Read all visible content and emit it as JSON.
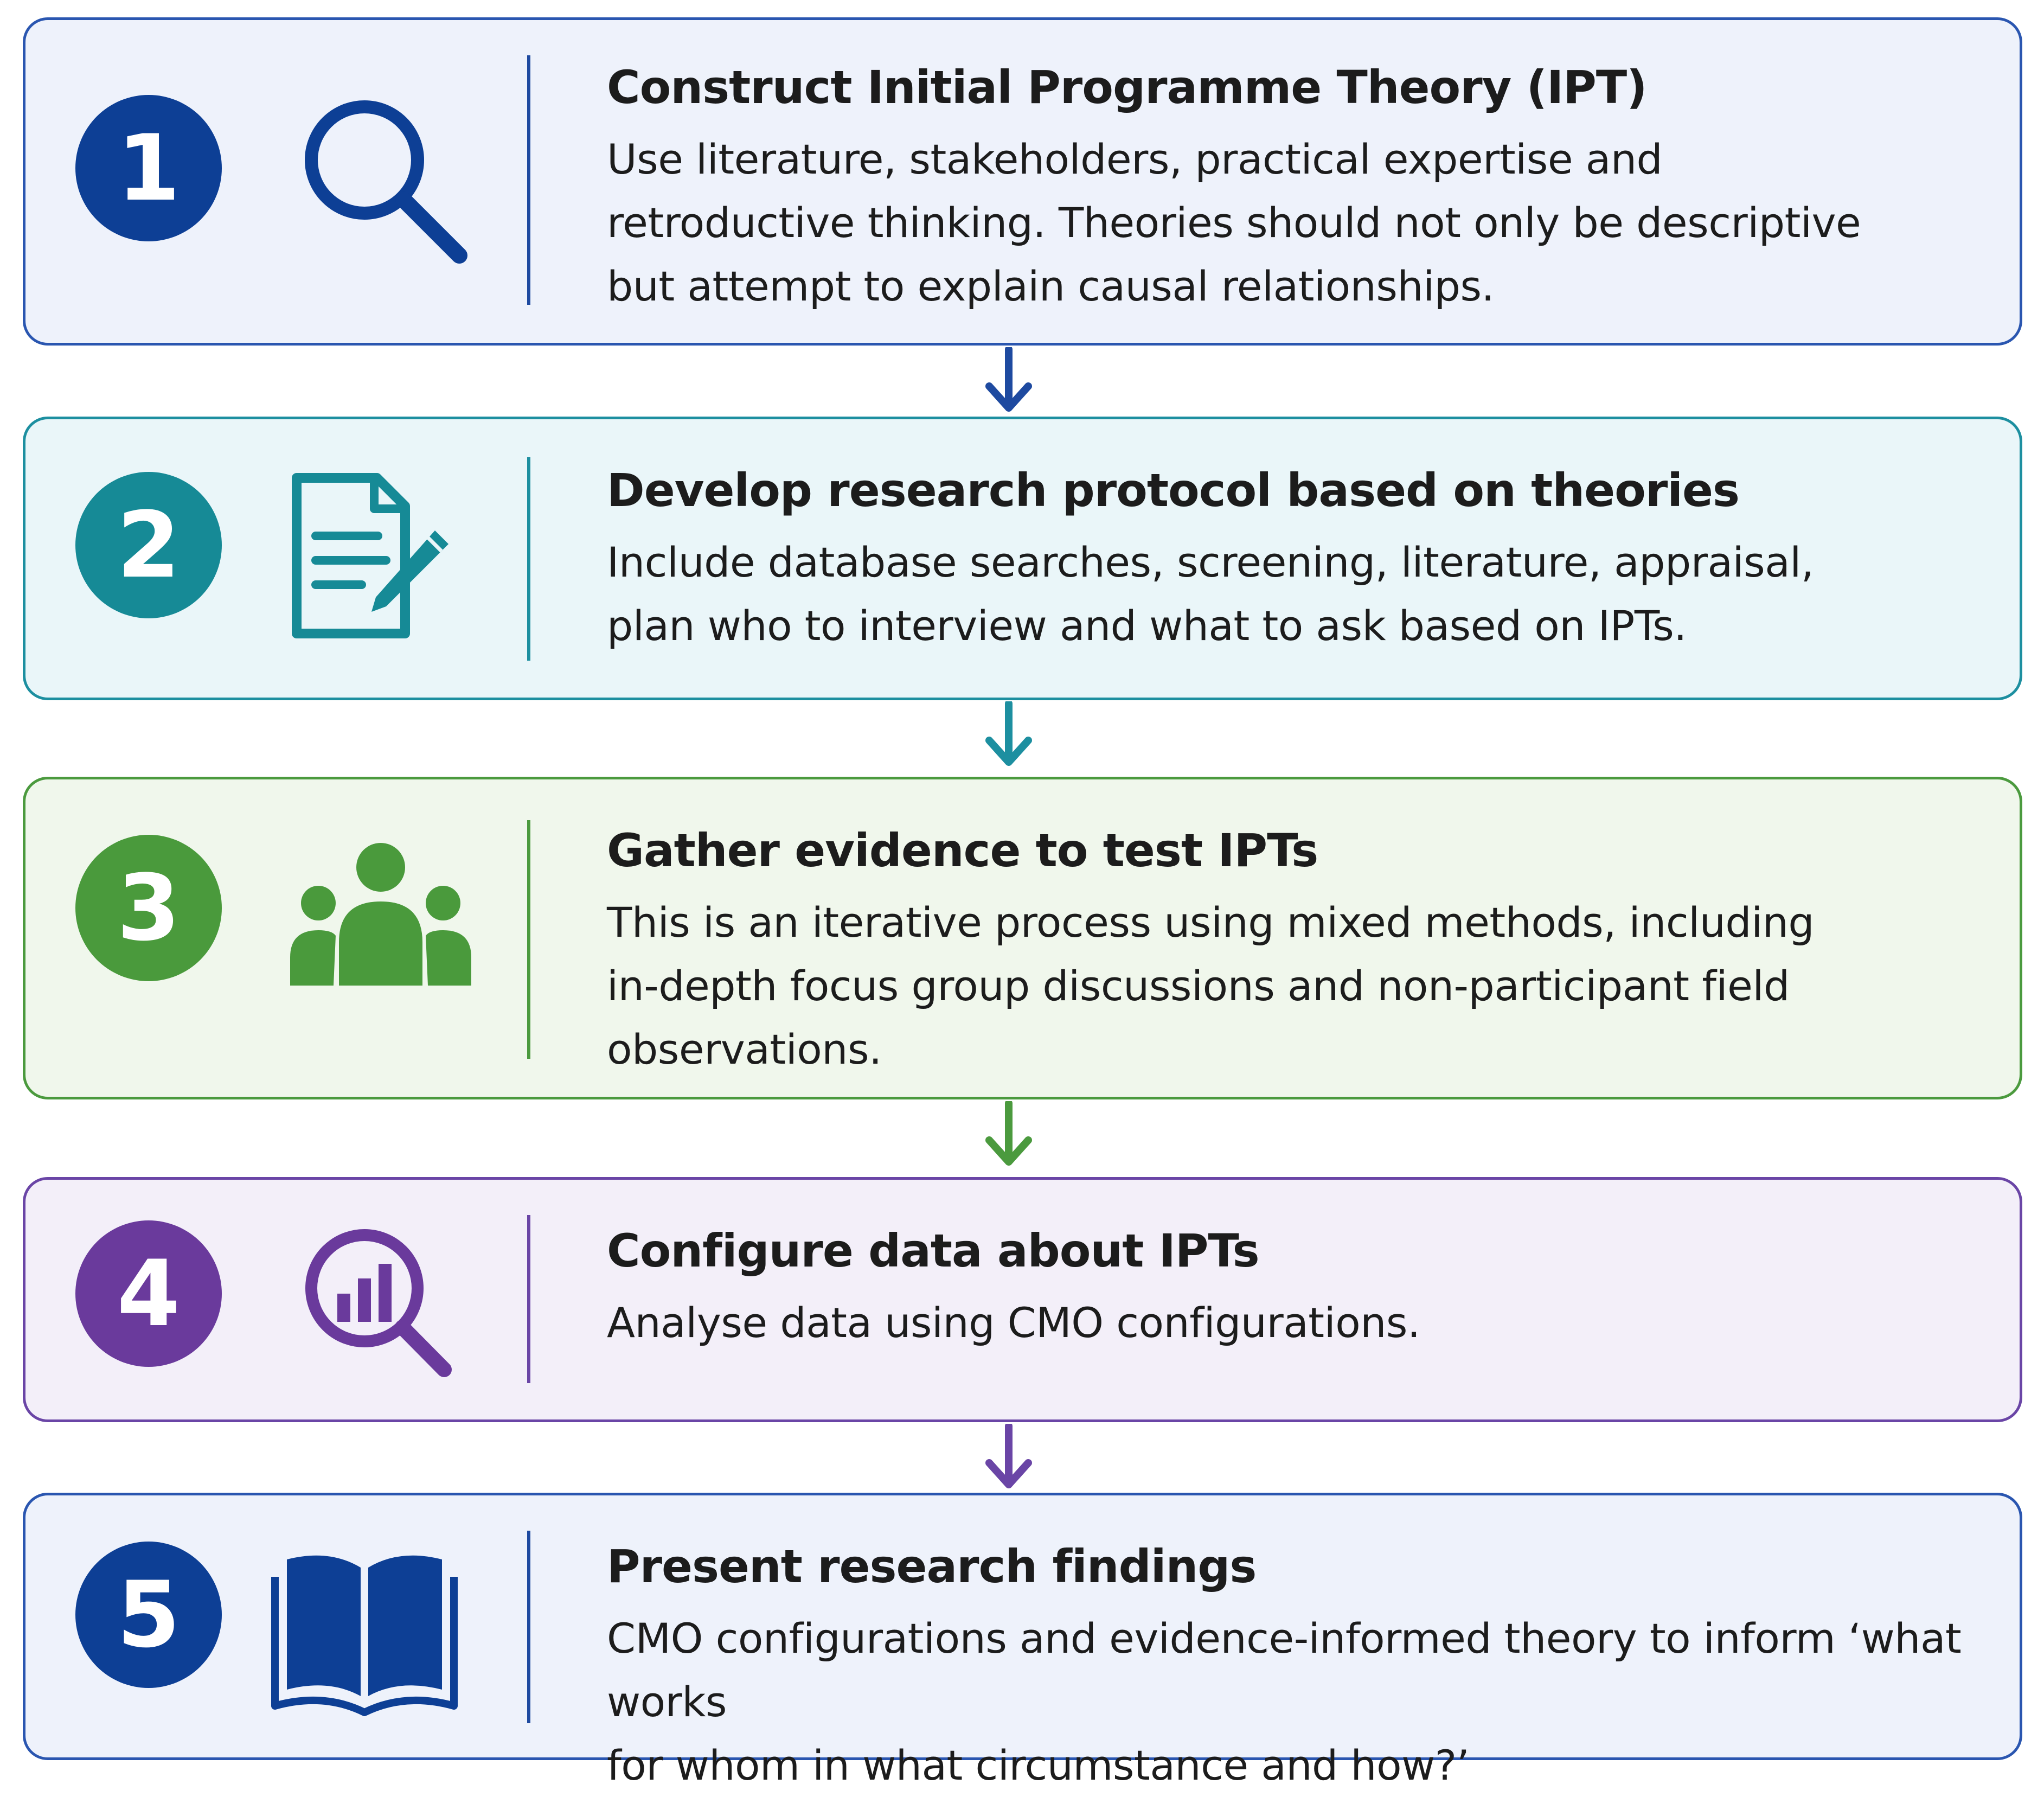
{
  "colors": {
    "step1": "#0d3f95",
    "step2": "#168a96",
    "step3": "#4a9a3c",
    "step4": "#6a3a9c",
    "step5": "#0d3f95"
  },
  "steps": [
    {
      "number": "1",
      "icon": "magnifier-icon",
      "title": "Construct Initial Programme Theory (IPT)",
      "lines": [
        "Use literature, stakeholders, practical expertise and",
        "retroductive thinking. Theories should not only be descriptive",
        "but attempt to explain causal relationships."
      ]
    },
    {
      "number": "2",
      "icon": "document-pencil-icon",
      "title": "Develop research protocol based on theories",
      "lines": [
        "Include database searches, screening, literature, appraisal,",
        "plan who to interview and what to ask based on IPTs."
      ]
    },
    {
      "number": "3",
      "icon": "people-group-icon",
      "title": "Gather evidence to test IPTs",
      "lines": [
        "This is an iterative process using mixed methods, including",
        "in-depth focus group discussions and non-participant field",
        "observations."
      ]
    },
    {
      "number": "4",
      "icon": "data-analysis-magnifier-icon",
      "title": "Configure data about IPTs",
      "lines": [
        "Analyse data using CMO configurations."
      ]
    },
    {
      "number": "5",
      "icon": "open-book-icon",
      "title": "Present research findings",
      "lines": [
        "CMO configurations and evidence-informed theory to inform ‘what works",
        "for whom in what circumstance and how?’"
      ]
    }
  ]
}
